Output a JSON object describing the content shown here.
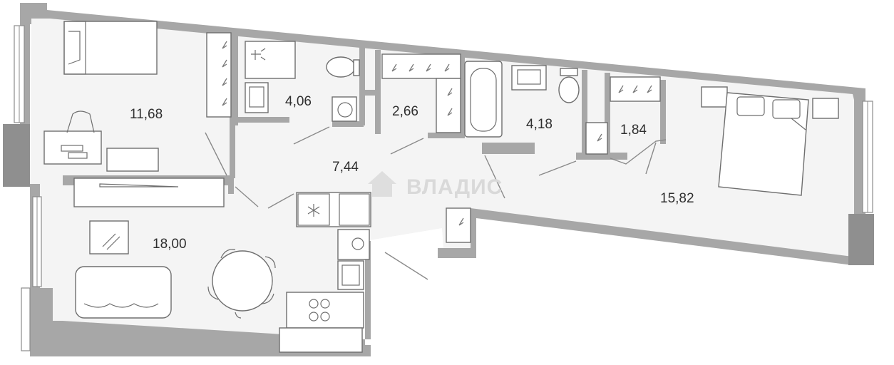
{
  "rooms": [
    {
      "id": "bedroom-1",
      "area": "11,68"
    },
    {
      "id": "bathroom-1",
      "area": "4,06"
    },
    {
      "id": "wardrobe-1",
      "area": "2,66"
    },
    {
      "id": "bathroom-2",
      "area": "4,18"
    },
    {
      "id": "wardrobe-2",
      "area": "1,84"
    },
    {
      "id": "hallway",
      "area": "7,44"
    },
    {
      "id": "living-kitchen",
      "area": "18,00"
    },
    {
      "id": "bedroom-2",
      "area": "15,82"
    }
  ],
  "watermark": {
    "text": "ВЛАДИС"
  },
  "colors": {
    "wall": "#a7a7a7",
    "floor": "#f4f4f4",
    "fixture_stroke": "#6e6e6e",
    "text": "#2f2f2f"
  }
}
